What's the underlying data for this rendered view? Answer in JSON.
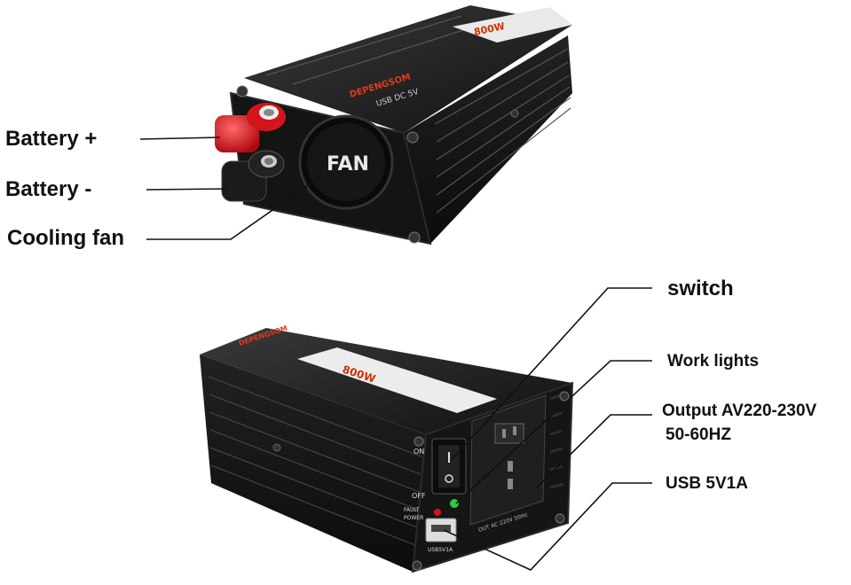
{
  "labels": {
    "battery_plus": "Battery +",
    "battery_minus": "Battery -",
    "cooling_fan": "Cooling fan",
    "switch": "switch",
    "work_lights": "Work lights",
    "output_line1": "Output AV220-230V",
    "output_line2": "50-60HZ",
    "usb": "USB 5V1A"
  },
  "device": {
    "fan_text": "FAN",
    "brand": "DEPENGSOM",
    "top_model": "USB DC 5V",
    "power_rating": "800W",
    "switch_on": "ON",
    "switch_off": "OFF",
    "fault_label": "FAULT",
    "power_label": "POWER",
    "usb_label": "USB5V1A",
    "socket_label": "OUT AC 220V 50Hz"
  },
  "colors": {
    "body": "#1a1a1a",
    "red_terminal": "#d4141c",
    "green_led": "#2ecc40"
  }
}
